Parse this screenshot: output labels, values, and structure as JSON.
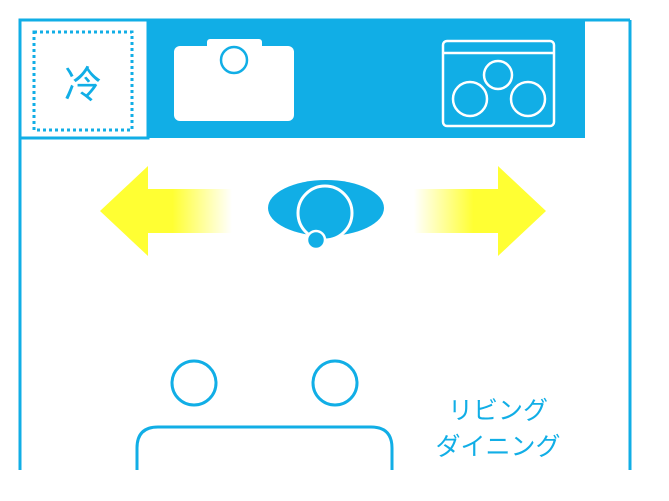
{
  "colors": {
    "accent": "#11aee6",
    "arrow": "#ffff33",
    "background": "#ffffff"
  },
  "kitchen": {
    "fridge_label": "冷",
    "icons": [
      "fridge-icon",
      "sink-icon",
      "stove-icon"
    ]
  },
  "person": {
    "icon": "person-top-view-icon"
  },
  "arrows": {
    "left": "arrow-left-icon",
    "right": "arrow-right-icon"
  },
  "living": {
    "label_line1": "リビング",
    "label_line2": "ダイニング",
    "icons": [
      "chair-icon",
      "chair-icon",
      "table-icon"
    ]
  }
}
